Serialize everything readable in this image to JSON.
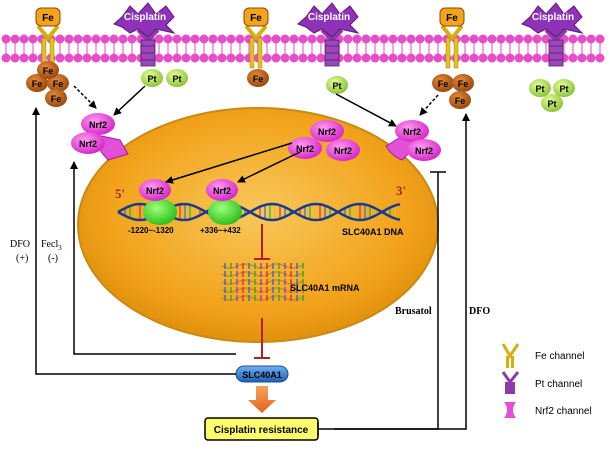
{
  "membrane_labels": {
    "fe_1": "Fe",
    "cisplatin_1": "Cisplatin",
    "fe_2": "Fe",
    "cisplatin_2": "Cisplatin",
    "fe_3": "Fe",
    "cisplatin_3": "Cisplatin"
  },
  "ions": {
    "fe_a": "Fe",
    "fe_b": "Fe",
    "fe_c": "Fe",
    "fe_d": "Fe",
    "fe_e": "Fe",
    "fe_f": "Fe",
    "fe_g": "Fe",
    "fe_h": "Fe",
    "pt_a": "Pt",
    "pt_b": "Pt",
    "pt_c": "Pt",
    "pt_d": "Pt",
    "pt_e": "Pt",
    "pt_f": "Pt"
  },
  "proteins": {
    "nrf2_left_1": "Nrf2",
    "nrf2_left_2": "Nrf2",
    "nrf2_cluster_1": "Nrf2",
    "nrf2_cluster_2": "Nrf2",
    "nrf2_cluster_3": "Nrf2",
    "nrf2_right_1": "Nrf2",
    "nrf2_right_2": "Nrf2",
    "nrf2_dna_1": "Nrf2",
    "nrf2_dna_2": "Nrf2"
  },
  "nucleus": {
    "prime5": "5'",
    "prime3": "3'",
    "site1": "-1220~-1320",
    "site2": "+336~+432",
    "dna_label": "SLC40A1 DNA",
    "mrna_label": "SLC40A1 mRNA"
  },
  "side_labels": {
    "dfo_left": "DFO",
    "dfo_left_sign": "(+)",
    "fecl_left": "Fecl",
    "fecl_sub": "3",
    "fecl_sign": "(-)",
    "brusatol": "Brusatol",
    "dfo_right": "DFO"
  },
  "slc40a1": "SLC40A1",
  "cisplatin_resistance": "Cisplatin resistance",
  "legend": {
    "fe_channel": "Fe channel",
    "pt_channel": "Pt channel",
    "nrf2_channel": "Nrf2 channel"
  },
  "colors": {
    "membrane_pink": "#e64ec8",
    "membrane_tail": "#f7b6e6",
    "fe_channel": "#e3c317",
    "pt_channel": "#8c3ba8",
    "nrf2_purple": "#e24fd8",
    "nucleus_orange": "#f3a51b",
    "fe_ball": "#b85a14",
    "pt_ball": "#b5e35a",
    "cisplatin_star": "#8e32b8",
    "resistance_box": "#fcfc6c",
    "slc_box": "#2f7fd4",
    "green_blob": "#3fda2c"
  }
}
